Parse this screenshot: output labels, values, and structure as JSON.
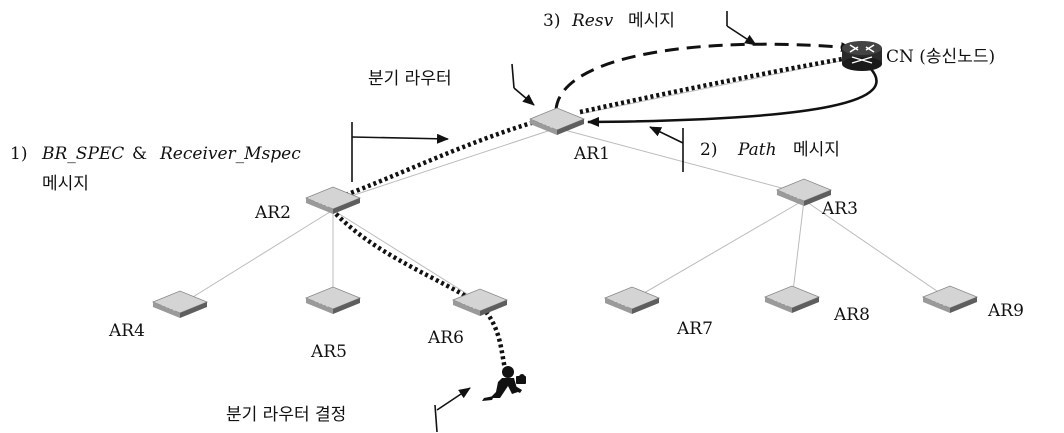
{
  "labels": {
    "cn": "CN (송신노드)",
    "branch_router": "분기 라우터",
    "branch_decision": "분기 라우터 결정",
    "msg1_num": "1)",
    "msg1_a": "BR_SPEC",
    "msg1_amp": "&",
    "msg1_b": "Receiver_Mspec",
    "msg1_suffix": "메시지",
    "msg2_num": "2)",
    "msg2_name": "Path",
    "msg2_suffix": "메시지",
    "msg3_num": "3)",
    "msg3_name": "Resv",
    "msg3_suffix": "메시지"
  },
  "nodes": {
    "ar1": "AR1",
    "ar2": "AR2",
    "ar3": "AR3",
    "ar4": "AR4",
    "ar5": "AR5",
    "ar6": "AR6",
    "ar7": "AR7",
    "ar8": "AR8",
    "ar9": "AR9"
  },
  "colors": {
    "line": "#111111",
    "link": "#bbbbbb",
    "router_top": "#d8d8d8",
    "router_side": "#6a6a6a",
    "cn_body": "#2a2a2a"
  }
}
